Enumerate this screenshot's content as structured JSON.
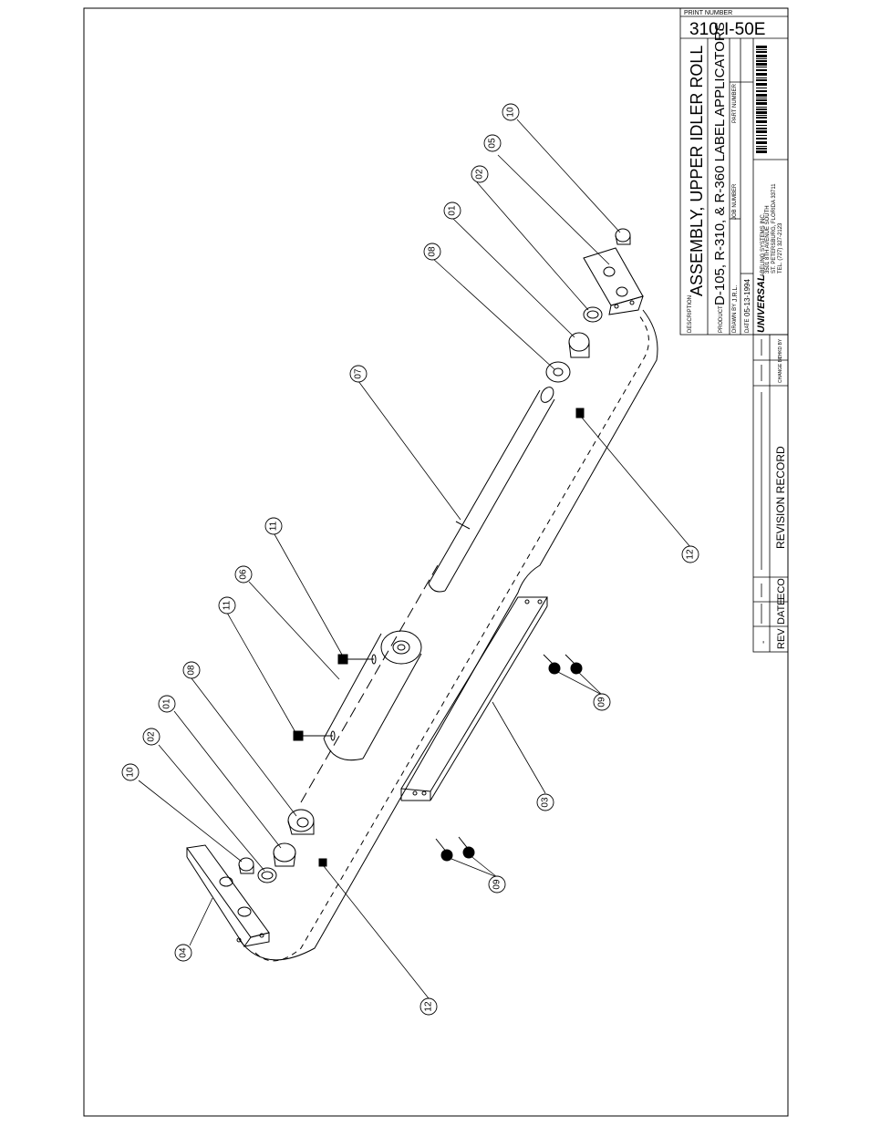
{
  "title_block": {
    "print_number_label": "PRINT NUMBER",
    "print_number": "310-I-50E",
    "description_label": "DESCRIPTION",
    "description": "ASSEMBLY, UPPER IDLER ROLL",
    "product_label": "PRODUCT",
    "product": "D-105, R-310, & R-360 LABEL APPLICATORS",
    "drawn_by_label": "DRAWN BY",
    "drawn_by": "J.R.L.",
    "job_number_label": "JOB NUMBER",
    "part_number_label": "PART NUMBER",
    "date_label": "DATE",
    "date": "05-13-1994",
    "company_logo": "UNIVERSAL",
    "company_name": "LABELING SYSTEMS INC.",
    "address_line1": "3501 8TH AVENUE SOUTH",
    "address_line2": "ST. PETERSBURG, FLORIDA 33711",
    "address_line3": "TEL. (727) 327-2123"
  },
  "revision_block": {
    "title": "REVISION RECORD",
    "col_rev": "REV",
    "col_date": "DATE",
    "col_eco": "ECO",
    "col_change_by": "CHANGE BY",
    "col_chkd_by": "CHKD BY",
    "rev_entry": "-"
  },
  "balloons": [
    "01",
    "01",
    "02",
    "02",
    "03",
    "04",
    "05",
    "06",
    "07",
    "08",
    "08",
    "09",
    "09",
    "10",
    "10",
    "11",
    "11",
    "12",
    "12"
  ]
}
